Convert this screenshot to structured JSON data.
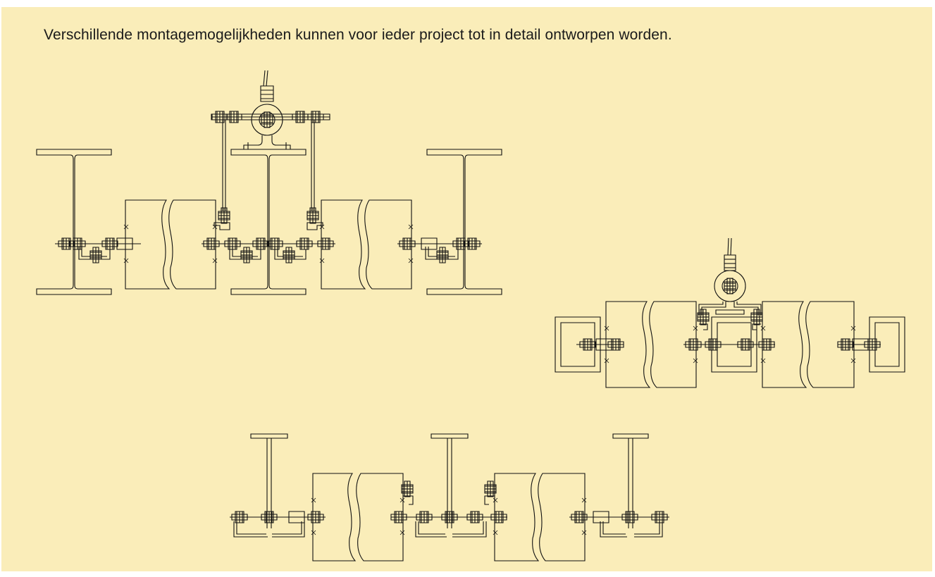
{
  "caption": "Verschillende montagemogelijkheden kunnen voor ieder project tot in detail ontworpen worden.",
  "colors": {
    "background": "#faedb9",
    "line": "#111111",
    "text": "#1a1a1a"
  },
  "drawings": [
    {
      "name": "ibeam-mounting-detail",
      "suspended": true,
      "beams": 3,
      "profile": "I-beam"
    },
    {
      "name": "rhs-mounting-detail",
      "suspended": true,
      "beams": 3,
      "profile": "rectangular-tube"
    },
    {
      "name": "tbeam-mounting-detail",
      "suspended": false,
      "beams": 3,
      "profile": "T-beam"
    }
  ]
}
